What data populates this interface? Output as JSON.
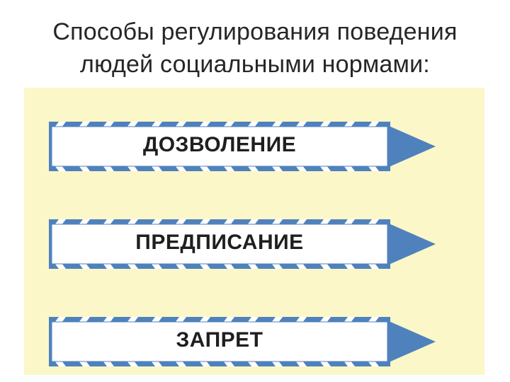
{
  "title_line1": "Способы регулирования поведения",
  "title_line2": "людей социальными нормами:",
  "items": [
    {
      "label": "ДОЗВОЛЕНИЕ"
    },
    {
      "label": "ПРЕДПИСАНИЕ"
    },
    {
      "label": "ЗАПРЕТ"
    }
  ],
  "colors": {
    "panel_background": "#fbf7c8",
    "arrow_blue": "#4f81bd",
    "box_fill": "#ffffff"
  }
}
